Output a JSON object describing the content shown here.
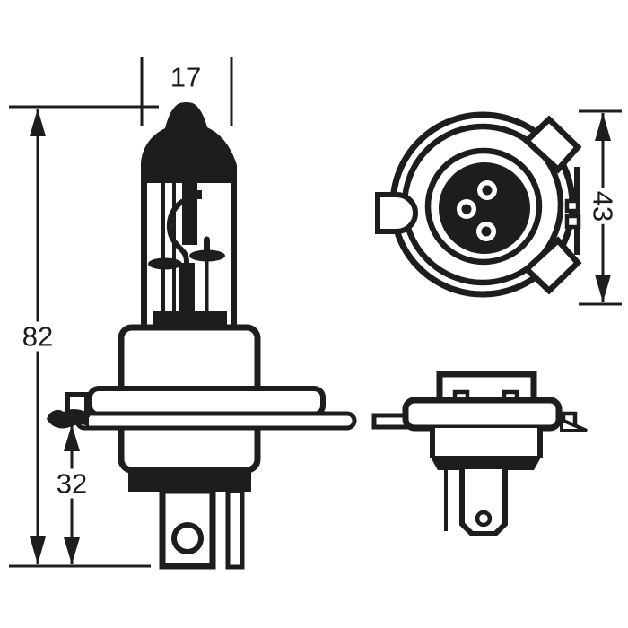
{
  "dimensions": {
    "glass_diameter": "17",
    "overall_height": "82",
    "base_height": "32",
    "flange_diameter": "43"
  },
  "colors": {
    "line": "#1d1d1b",
    "background": "#ffffff"
  }
}
